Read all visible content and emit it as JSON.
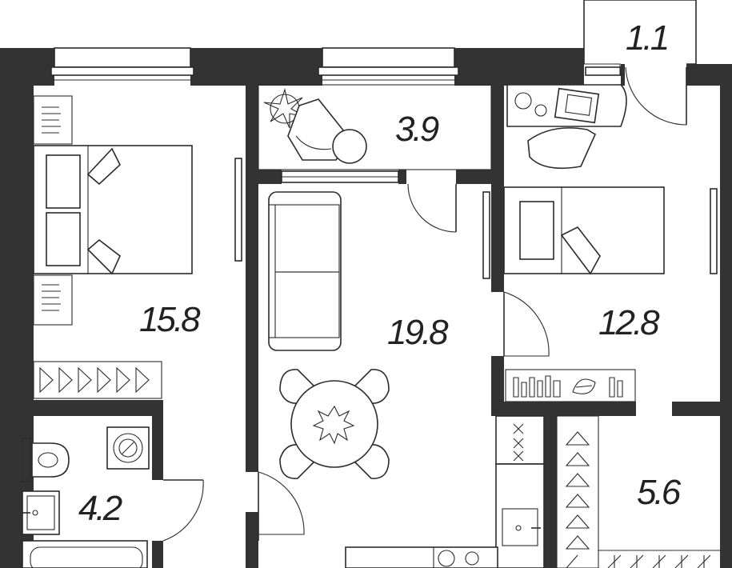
{
  "colors": {
    "wall": "#333333",
    "line": "#2b2b2b",
    "background": "#ffffff"
  },
  "rooms": {
    "balcony": {
      "area": "1.1"
    },
    "loggia": {
      "area": "3.9"
    },
    "bedroom_left": {
      "area": "15.8"
    },
    "living_room": {
      "area": "19.8"
    },
    "bedroom_right": {
      "area": "12.8"
    },
    "bathroom": {
      "area": "4.2"
    },
    "wardrobe": {
      "area": "5.6"
    }
  },
  "icons": [
    "bed-icon",
    "sofa-icon",
    "dining-table-icon",
    "toilet-icon",
    "sink-icon",
    "bathtub-icon",
    "washing-machine-icon",
    "stove-icon",
    "plant-icon",
    "armchair-icon",
    "desk-icon",
    "hanger-icon",
    "bookshelf-icon",
    "door-swing-icon",
    "window-icon"
  ]
}
